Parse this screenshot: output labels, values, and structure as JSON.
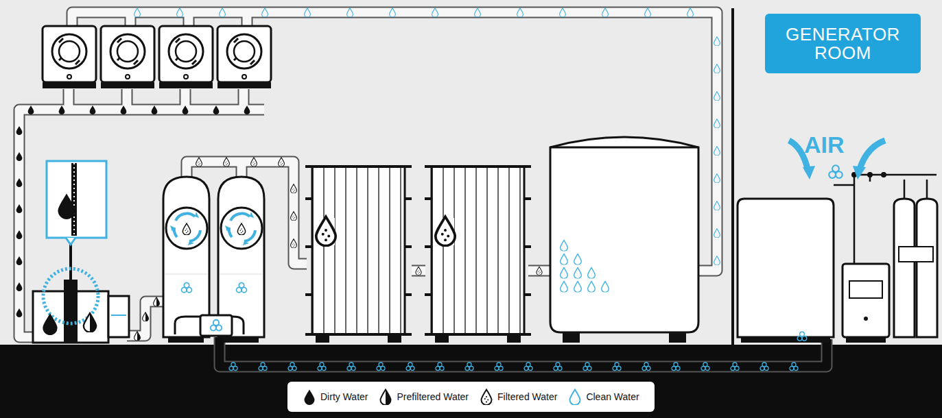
{
  "diagram": {
    "nodes": [
      {
        "text": [
          "GENERATOR ROOM"
        ]
      }
    ],
    "edges": [],
    "labels": [
      "AIR"
    ],
    "legend": [
      {
        "text": "Dirty Water"
      },
      {
        "text": "Prefiltered Water"
      },
      {
        "text": "Filtered Water"
      },
      {
        "text": "Clean Water"
      }
    ]
  }
}
